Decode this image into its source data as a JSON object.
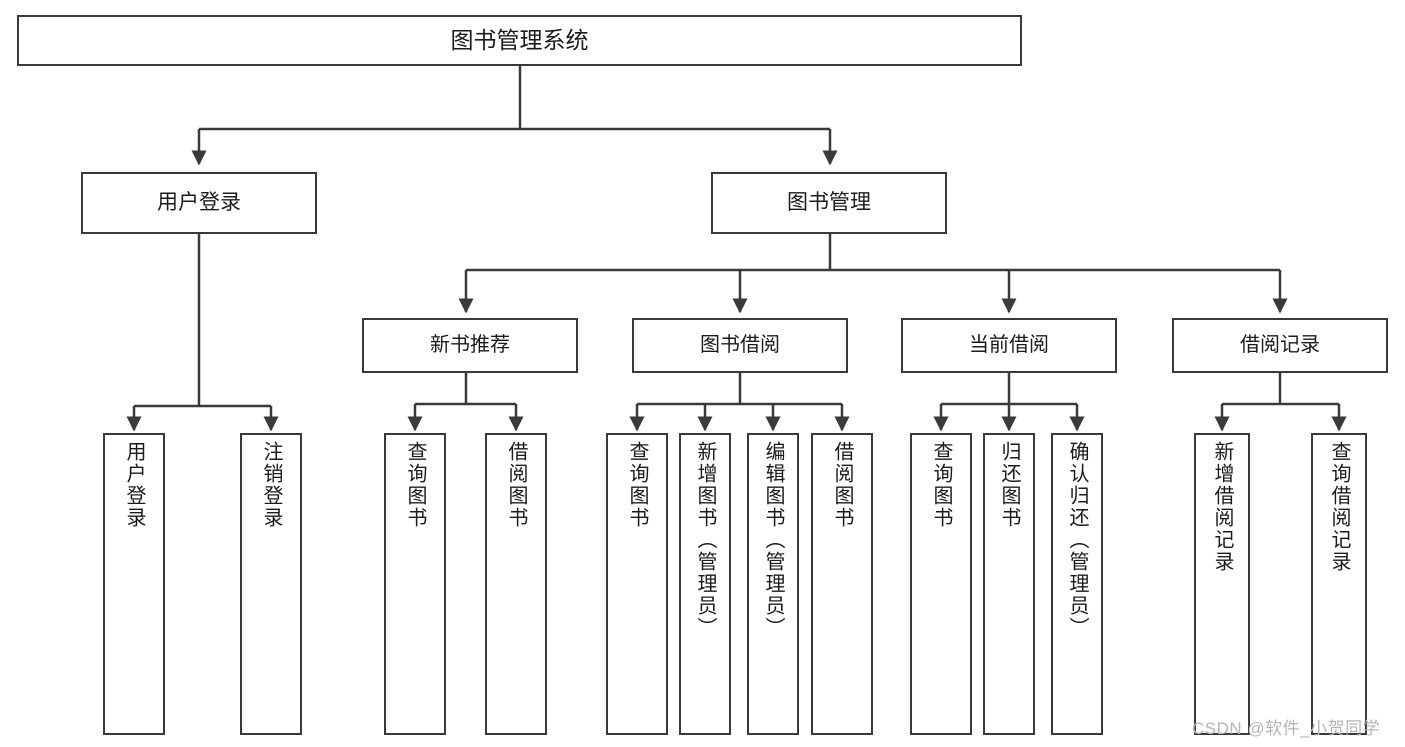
{
  "diagram": {
    "kind": "functional-structure-tree",
    "title": "图书管理系统",
    "watermark": "CSDN @软件_小贺同学",
    "colors": {
      "box_border": "#3a3a3a",
      "box_fill": "#ffffff",
      "edge": "#3a3a3a",
      "text": "#1b1b1b",
      "watermark": "#b4b4b4",
      "canvas": "#ffffff"
    },
    "root": {
      "label": "图书管理系统"
    },
    "level1": [
      {
        "label": "用户登录"
      },
      {
        "label": "图书管理"
      }
    ],
    "level2": [
      {
        "label": "新书推荐"
      },
      {
        "label": "图书借阅"
      },
      {
        "label": "当前借阅"
      },
      {
        "label": "借阅记录"
      }
    ],
    "leaves": {
      "user_login": [
        {
          "label": "用户登录"
        },
        {
          "label": "注销登录"
        }
      ],
      "new_book_recommend": [
        {
          "label": "查询图书"
        },
        {
          "label": "借阅图书"
        }
      ],
      "book_borrow": [
        {
          "label": "查询图书"
        },
        {
          "label": "新增图书（管理员）"
        },
        {
          "label": "编辑图书（管理员）"
        },
        {
          "label": "借阅图书"
        }
      ],
      "current_borrow": [
        {
          "label": "查询图书"
        },
        {
          "label": "归还图书"
        },
        {
          "label": "确认归还（管理员）"
        }
      ],
      "borrow_record": [
        {
          "label": "新增借阅记录"
        },
        {
          "label": "查询借阅记录"
        }
      ]
    }
  }
}
